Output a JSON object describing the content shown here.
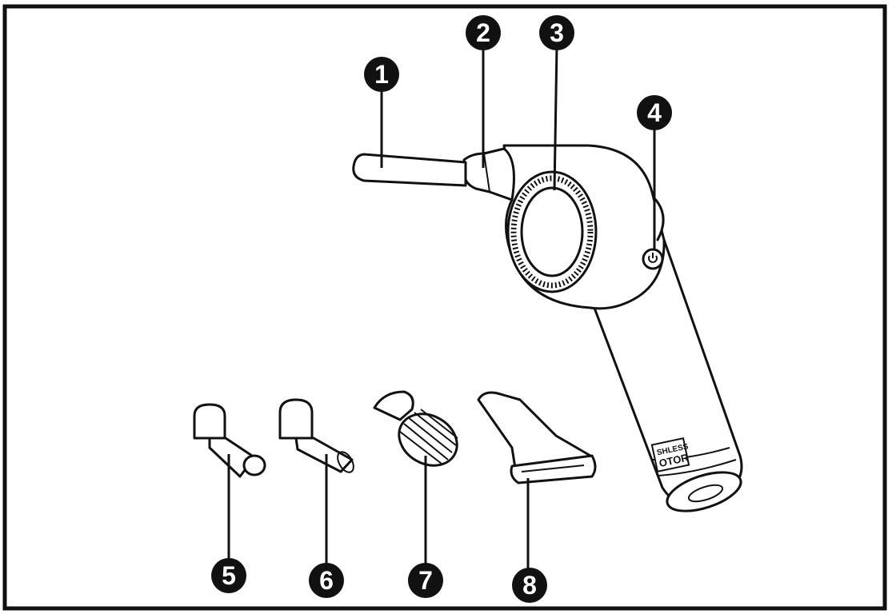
{
  "callouts": [
    {
      "id": "1",
      "label": "1"
    },
    {
      "id": "2",
      "label": "2"
    },
    {
      "id": "3",
      "label": "3"
    },
    {
      "id": "4",
      "label": "4"
    },
    {
      "id": "5",
      "label": "5"
    },
    {
      "id": "6",
      "label": "6"
    },
    {
      "id": "7",
      "label": "7"
    },
    {
      "id": "8",
      "label": "8"
    }
  ],
  "handle_badge": {
    "line1": "SHLESS",
    "line2": "OTOR"
  },
  "colors": {
    "ink": "#111111",
    "background": "#ffffff"
  }
}
